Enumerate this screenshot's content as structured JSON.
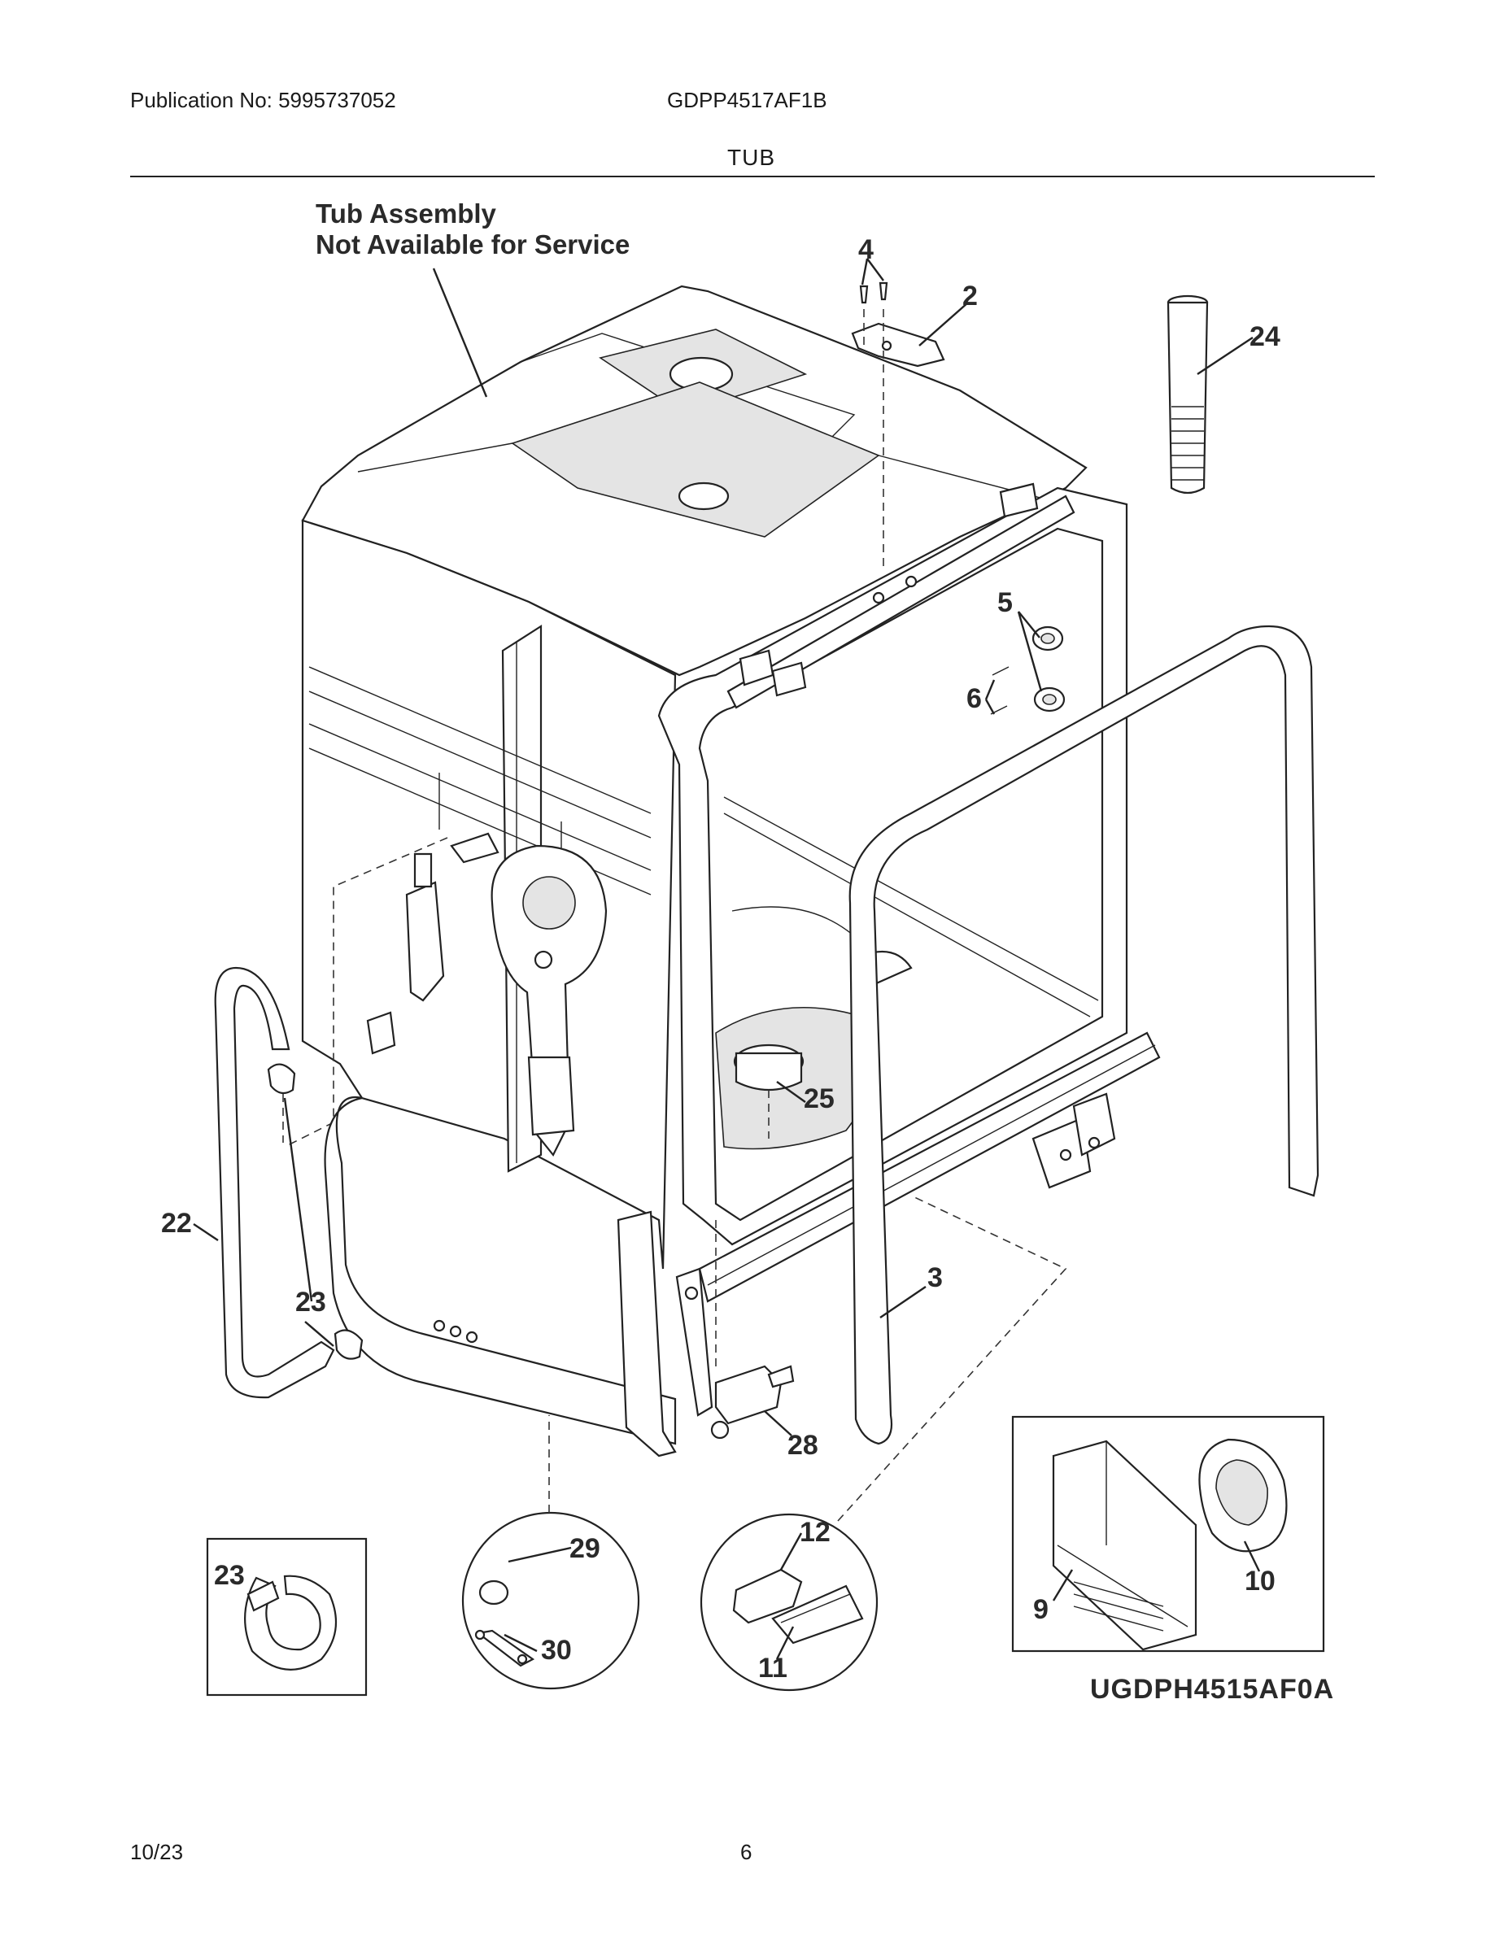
{
  "header": {
    "publication": "Publication No: 5995737052",
    "model": "GDPP4517AF1B",
    "section": "TUB"
  },
  "note": {
    "line1": "Tub Assembly",
    "line2": "Not Available for Service"
  },
  "callouts": [
    "4",
    "2",
    "24",
    "5",
    "6",
    "25",
    "22",
    "23",
    "3",
    "28",
    "29",
    "30",
    "12",
    "11",
    "23",
    "9",
    "10"
  ],
  "diagram_code": "UGDPH4515AF0A",
  "footer": {
    "date": "10/23",
    "page": "6"
  }
}
